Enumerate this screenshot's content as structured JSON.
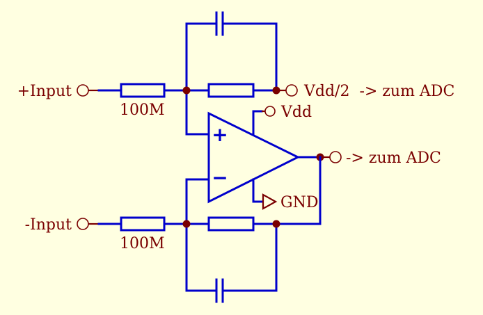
{
  "labels": {
    "plus_input": "+Input",
    "minus_input": "-Input",
    "r_top_value": "100M",
    "r_bottom_value": "100M",
    "vdd_half_out": "Vdd/2  -> zum ADC",
    "vdd": "Vdd",
    "gnd": "GND",
    "output": "-> zum ADC",
    "opamp_plus": "+",
    "opamp_minus": "−"
  },
  "colors": {
    "background": "#ffffe1",
    "wire_blue": "#0000cc",
    "label_dark_red": "#7a0000"
  }
}
